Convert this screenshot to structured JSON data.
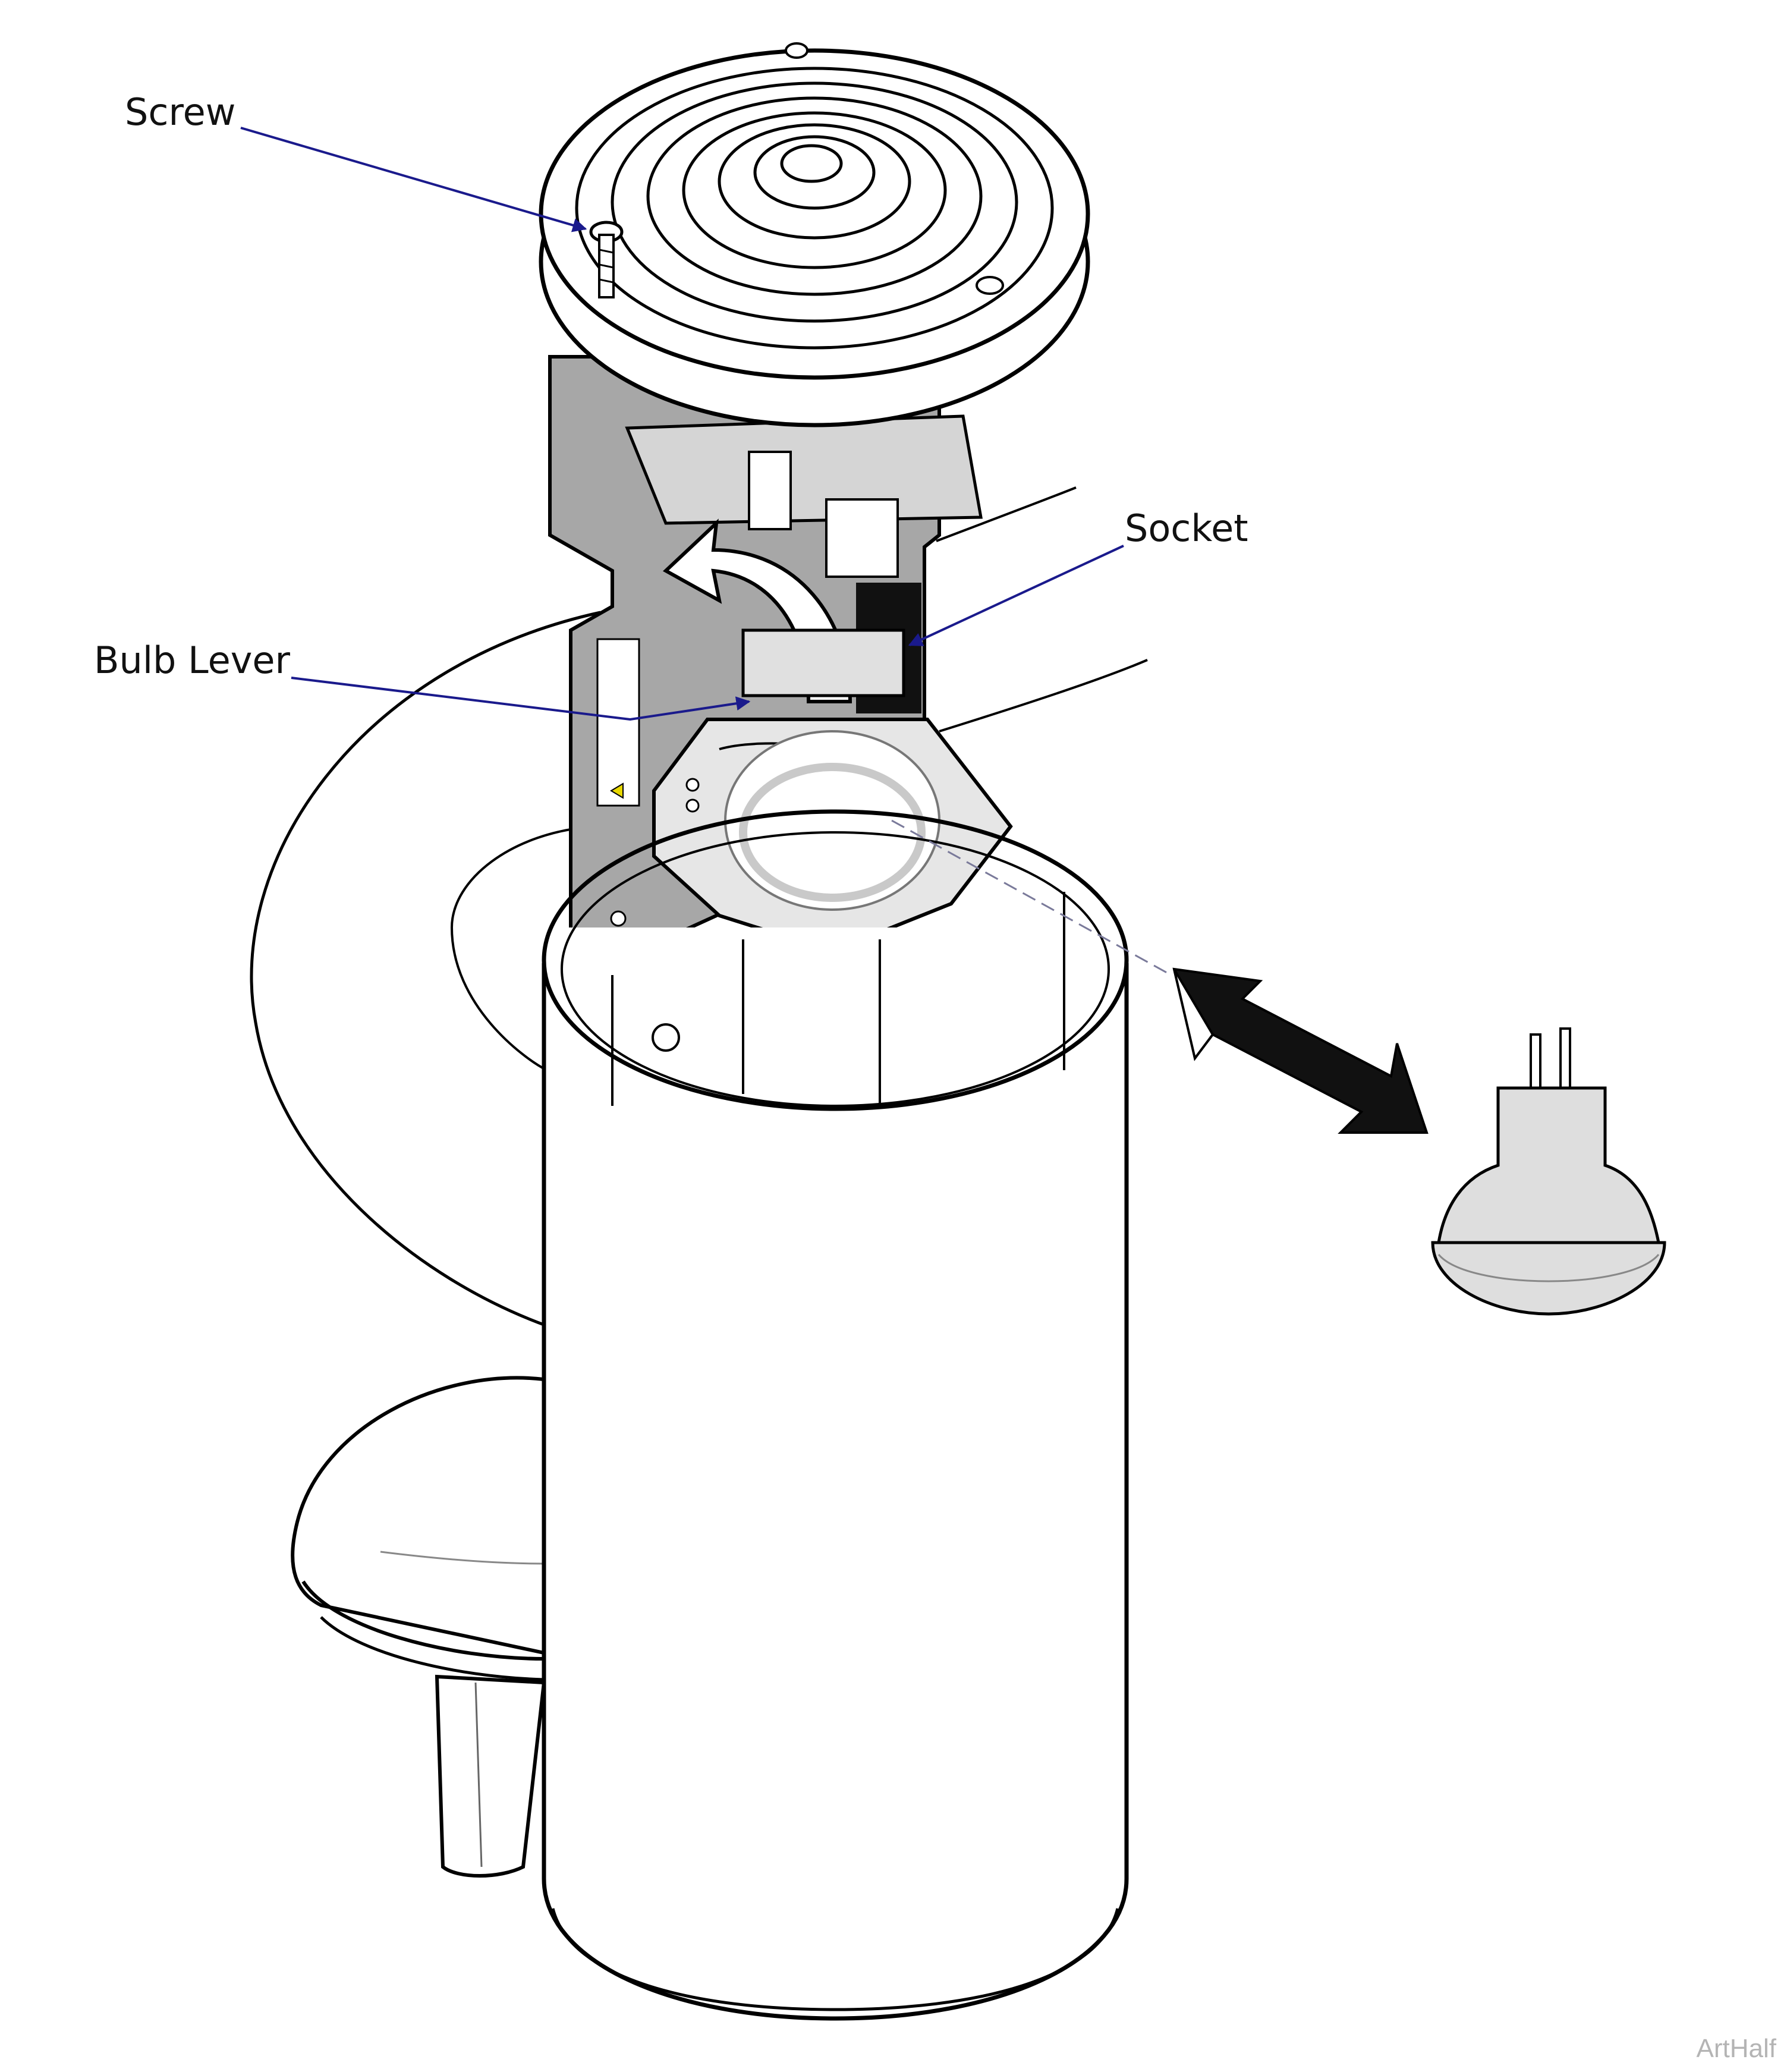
{
  "callouts": {
    "screw": "Screw",
    "socket": "Socket",
    "bulb_lever": "Bulb Lever"
  },
  "watermark": "ArtHalf",
  "colors": {
    "leader_line": "#1a1a8c",
    "outline": "#000000",
    "panel_gray": "#a7a7a7",
    "bulb_gray": "#d9d9d9"
  }
}
